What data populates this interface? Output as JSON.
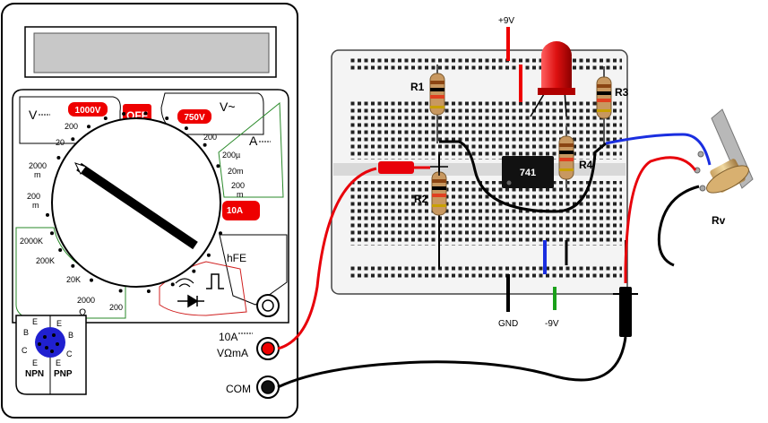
{
  "multimeter": {
    "dc_volts_label": "V",
    "dc_volts_range": "1000V",
    "off_label": "OFF",
    "ac_volts_range": "750V",
    "ac_volts_label": "V~",
    "dc_amps_label": "A",
    "ten_amp_range": "10A",
    "hfe_label": "hFE",
    "left_scale": [
      "200",
      "20",
      "2000\nm",
      "200\nm"
    ],
    "ohm_scale": [
      "2000K",
      "200K",
      "20K",
      "2000\nΩ",
      "200"
    ],
    "right_scale": [
      "200",
      "200µ",
      "20m",
      "200\nm"
    ],
    "ac_scale": [
      "200"
    ],
    "socket_10a_label": "10A",
    "socket_vohm_label": "VΩmA",
    "socket_com_label": "COM",
    "transistor": {
      "npn_label": "NPN",
      "pnp_label": "PNP",
      "pins_left": [
        "E",
        "B",
        "C",
        "E"
      ],
      "pins_right": [
        "E",
        "B",
        "C",
        "E"
      ]
    }
  },
  "circuit": {
    "supply_positive": "+9V",
    "supply_negative": "-9V",
    "ground": "GND",
    "opamp": "741",
    "resistors": [
      "R1",
      "R2",
      "R3",
      "R4"
    ],
    "potentiometer": "Rv"
  },
  "colors": {
    "red_wire": "#e8000a",
    "blue_wire": "#1a2ee0",
    "black_wire": "#000000",
    "green_wire": "#1aa01a",
    "led": "#dd1010",
    "meter_body": "#ffffff",
    "lcd": "#c8c8c8"
  }
}
